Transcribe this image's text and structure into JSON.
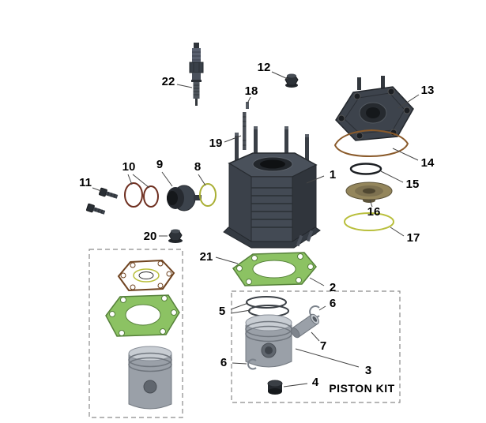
{
  "diagram": {
    "background": "#ffffff",
    "piston_kit_label": "PISTON KIT",
    "callouts": [
      {
        "label": "1"
      },
      {
        "label": "2"
      },
      {
        "label": "3"
      },
      {
        "label": "4"
      },
      {
        "label": "5"
      },
      {
        "label": "6"
      },
      {
        "label": "6"
      },
      {
        "label": "7"
      },
      {
        "label": "8"
      },
      {
        "label": "9"
      },
      {
        "label": "10"
      },
      {
        "label": "11"
      },
      {
        "label": "12"
      },
      {
        "label": "13"
      },
      {
        "label": "14"
      },
      {
        "label": "15"
      },
      {
        "label": "16"
      },
      {
        "label": "17"
      },
      {
        "label": "18"
      },
      {
        "label": "19"
      },
      {
        "label": "20"
      },
      {
        "label": "21"
      },
      {
        "label": "22"
      }
    ],
    "colors": {
      "leader_line": "#444444",
      "label_text": "#000000",
      "gasket_green": "#8cc263",
      "gasket_green_edge": "#55803a",
      "gasket_brown": "#7a4a22",
      "oring_yellow": "#b9bf3c",
      "oring_black": "#1c1f23",
      "oring_maroon": "#6e2f20",
      "head_gasket_brown": "#8a5a2a",
      "metal_dark": "#3d434c",
      "metal_mid": "#4a515b",
      "metal_light": "#9aa0a8",
      "metal_bright": "#c8cdd3",
      "brass": "#94865c"
    }
  }
}
